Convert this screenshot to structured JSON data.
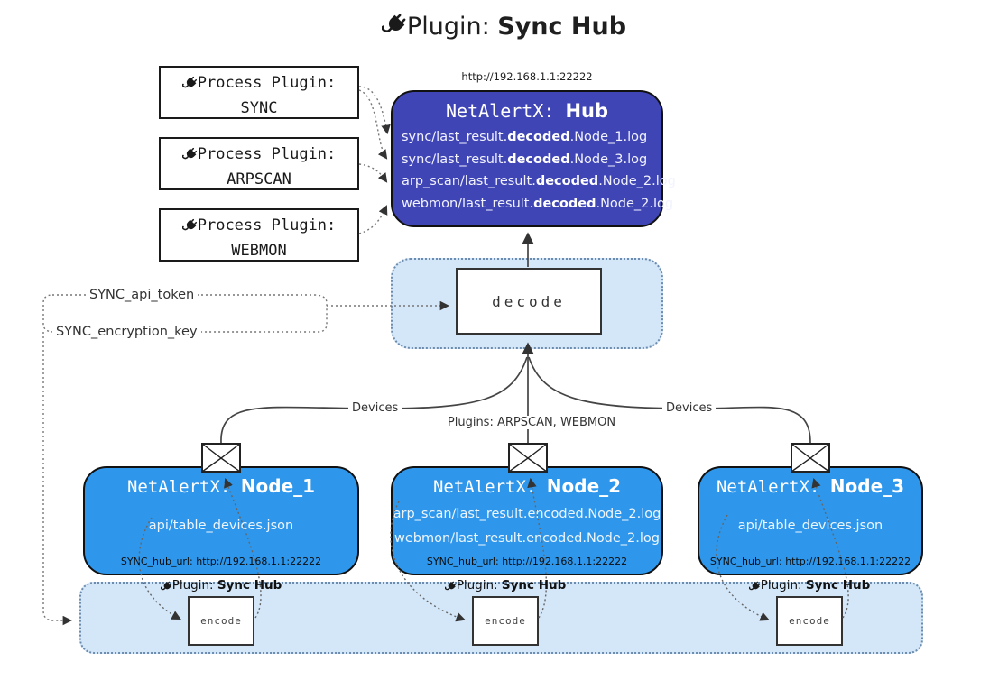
{
  "title": {
    "prefix": "Plugin: ",
    "name": "Sync Hub"
  },
  "process_plugins": [
    {
      "label": "Process Plugin:",
      "name": "SYNC"
    },
    {
      "label": "Process Plugin:",
      "name": "ARPSCAN"
    },
    {
      "label": "Process Plugin:",
      "name": "WEBMON"
    }
  ],
  "hub": {
    "url": "http://192.168.1.1:22222",
    "title_prefix": "NetAlertX: ",
    "title_name": "Hub",
    "logs": [
      {
        "pre": "sync/last_result.",
        "bold": "decoded",
        "post": ".Node_1.log"
      },
      {
        "pre": "sync/last_result.",
        "bold": "decoded",
        "post": ".Node_3.log"
      },
      {
        "pre": "arp_scan/last_result.",
        "bold": "decoded",
        "post": ".Node_2.log"
      },
      {
        "pre": "webmon/last_result.",
        "bold": "decoded",
        "post": ".Node_2.log"
      }
    ]
  },
  "decode": {
    "label": "decode"
  },
  "tokens": {
    "api_token": "SYNC_api_token",
    "encryption_key": "SYNC_encryption_key"
  },
  "edges": {
    "devices_left": "Devices",
    "devices_right": "Devices",
    "plugins_mid": "Plugins: ARPSCAN, WEBMON"
  },
  "nodes": [
    {
      "title_prefix": "NetAlertX: ",
      "title_name": "Node_1",
      "files": [
        "api/table_devices.json"
      ],
      "hub_url_label": "SYNC_hub_url: http://192.168.1.1:22222"
    },
    {
      "title_prefix": "NetAlertX: ",
      "title_name": "Node_2",
      "files": [
        "arp_scan/last_result.encoded.Node_2.log",
        "webmon/last_result.encoded.Node_2.log"
      ],
      "hub_url_label": "SYNC_hub_url: http://192.168.1.1:22222"
    },
    {
      "title_prefix": "NetAlertX: ",
      "title_name": "Node_3",
      "files": [
        "api/table_devices.json"
      ],
      "hub_url_label": "SYNC_hub_url: http://192.168.1.1:22222"
    }
  ],
  "encoders": [
    {
      "plugin_prefix": "Plugin: ",
      "plugin_name": "Sync Hub",
      "box_label": "encode"
    },
    {
      "plugin_prefix": "Plugin: ",
      "plugin_name": "Sync Hub",
      "box_label": "encode"
    },
    {
      "plugin_prefix": "Plugin: ",
      "plugin_name": "Sync Hub",
      "box_label": "encode"
    }
  ],
  "colors": {
    "hub_fill": "#3f45b5",
    "node_fill": "#2e97ec",
    "container_fill": "#d4e7f9",
    "container_border": "#6b8cae",
    "line": "#444444",
    "dotted_line": "#777777"
  }
}
